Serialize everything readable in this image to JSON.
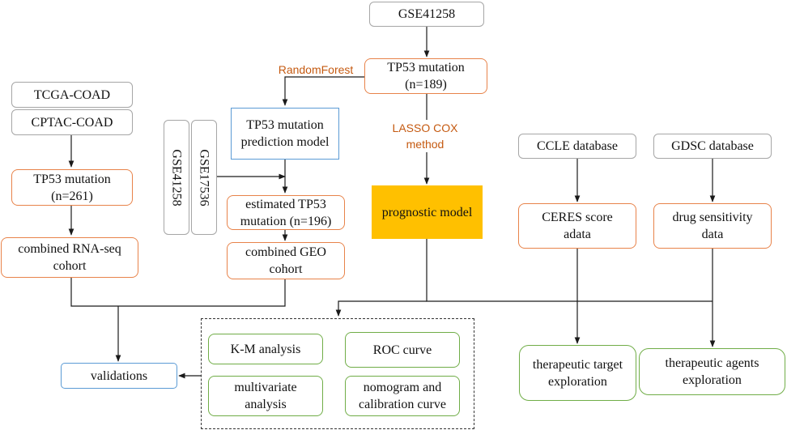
{
  "nodes": {
    "gse41258_top": "GSE41258",
    "tp53_189": "TP53 mutation\n(n=189)",
    "tcga": "TCGA-COAD",
    "cptac": "CPTAC-COAD",
    "tp53_261": "TP53 mutation\n(n=261)",
    "combined_rnaseq": "combined RNA-seq\ncohort",
    "prediction_model": "TP53 mutation\nprediction model",
    "gse41258_side": "GSE41258",
    "gse17536_side": "GSE17536",
    "estimated_196": "estimated TP53\nmutation (n=196)",
    "combined_geo": "combined GEO\ncohort",
    "prognostic_model": "prognostic model",
    "ccle": "CCLE database",
    "gdsc": "GDSC database",
    "ceres": "CERES score\nadata",
    "drug_sensitivity": "drug sensitivity\ndata",
    "km": "K-M analysis",
    "roc": "ROC curve",
    "multivariate": "multivariate\nanalysis",
    "nomogram": "nomogram and\ncalibration curve",
    "validations": "validations",
    "therapeutic_target": "therapeutic target\nexploration",
    "therapeutic_agents": "therapeutic agents\nexploration"
  },
  "edge_labels": {
    "random_forest": "RandomForest",
    "lasso_cox": "LASSO COX\nmethod"
  },
  "colors": {
    "orange_border": "#e8834a",
    "gray_border": "#a6a6a6",
    "blue_border": "#5b9bd5",
    "green_border": "#70ad47",
    "prognostic_fill": "#ffc000",
    "label_text": "#c55a11",
    "connector": "#1a1a1a"
  }
}
